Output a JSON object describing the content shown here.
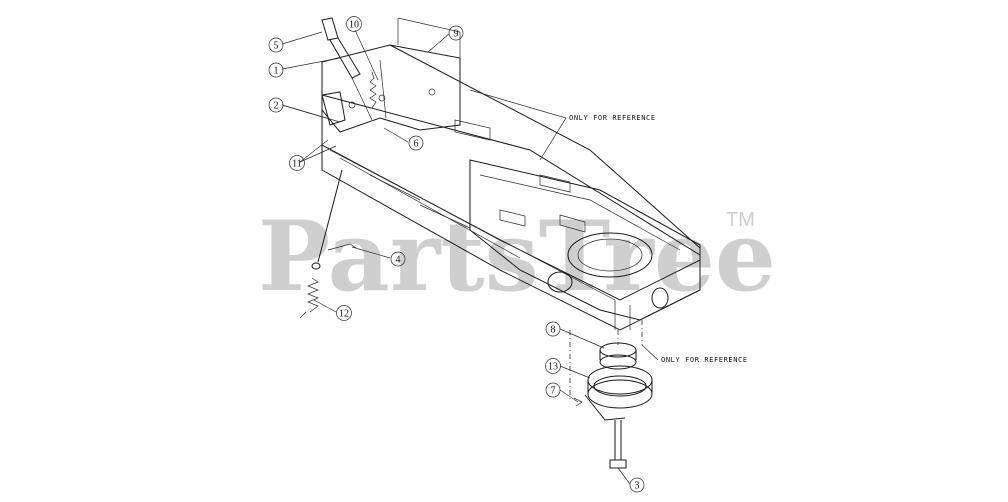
{
  "watermark": {
    "text": "PartsTree",
    "trademark": "TM"
  },
  "callouts": [
    "1",
    "2",
    "3",
    "4",
    "5",
    "6",
    "7",
    "8",
    "9",
    "10",
    "11",
    "12",
    "13"
  ],
  "notes": [
    "ONLY FOR REFERENCE",
    "ONLY FOR REFERENCE"
  ]
}
